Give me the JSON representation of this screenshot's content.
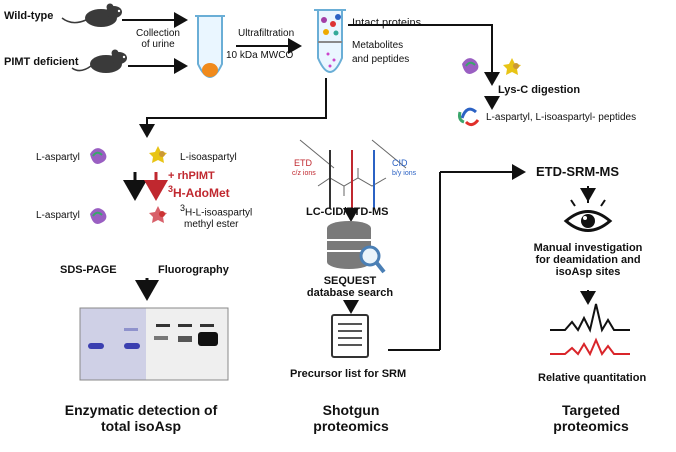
{
  "inputs": {
    "wild_type": "Wild-type",
    "pimt_deficient": "PIMT deficient"
  },
  "steps": {
    "collection_line1": "Collection",
    "collection_line2": "of urine",
    "ultrafiltration": "Ultrafiltration",
    "mwco": "10 kDa MWCO"
  },
  "fractions": {
    "intact_proteins": "Intact proteins",
    "metabolites_line1": "Metabolites",
    "metabolites_line2": "and peptides"
  },
  "digestion": {
    "lys_c": "Lys-C digestion",
    "peptides": "L-aspartyl, L-isoaspartyl- peptides"
  },
  "enzymatic": {
    "l_aspartyl_top": "L-aspartyl",
    "l_isoaspartyl": "L-isoaspartyl",
    "rhpimt": "+ rhPIMT",
    "adomet_sup": "3",
    "adomet": "H-AdoMet",
    "l_aspartyl_bottom": "L-aspartyl",
    "methyl_sup": "3",
    "methyl_line1": "H-L-isoaspartyl",
    "methyl_line2": "methyl ester",
    "sds_page": "SDS-PAGE",
    "fluorography": "Fluorography",
    "title_line1": "Enzymatic detection of",
    "title_line2": "total isoAsp"
  },
  "shotgun": {
    "etd_label": "ETD",
    "etd_ions": "c/z ions",
    "cid_label": "CID",
    "cid_ions": "b/y ions",
    "lc_ms": "LC-CID/ETD-MS",
    "sequest_line1": "SEQUEST",
    "sequest_line2": "database search",
    "precursor_list": "Precursor list for SRM",
    "title_line1": "Shotgun",
    "title_line2": "proteomics"
  },
  "targeted": {
    "etd_srm": "ETD-SRM-MS",
    "manual_line1": "Manual investigation",
    "manual_line2": "for deamidation and",
    "manual_line3": "isoAsp sites",
    "quant": "Relative quantitation",
    "title_line1": "Targeted",
    "title_line2": "proteomics"
  },
  "colors": {
    "arrow": "#111111",
    "red_accent": "#c0282f",
    "gel_blue": "#3b3fb0",
    "spectrum_red": "#d9252a"
  }
}
